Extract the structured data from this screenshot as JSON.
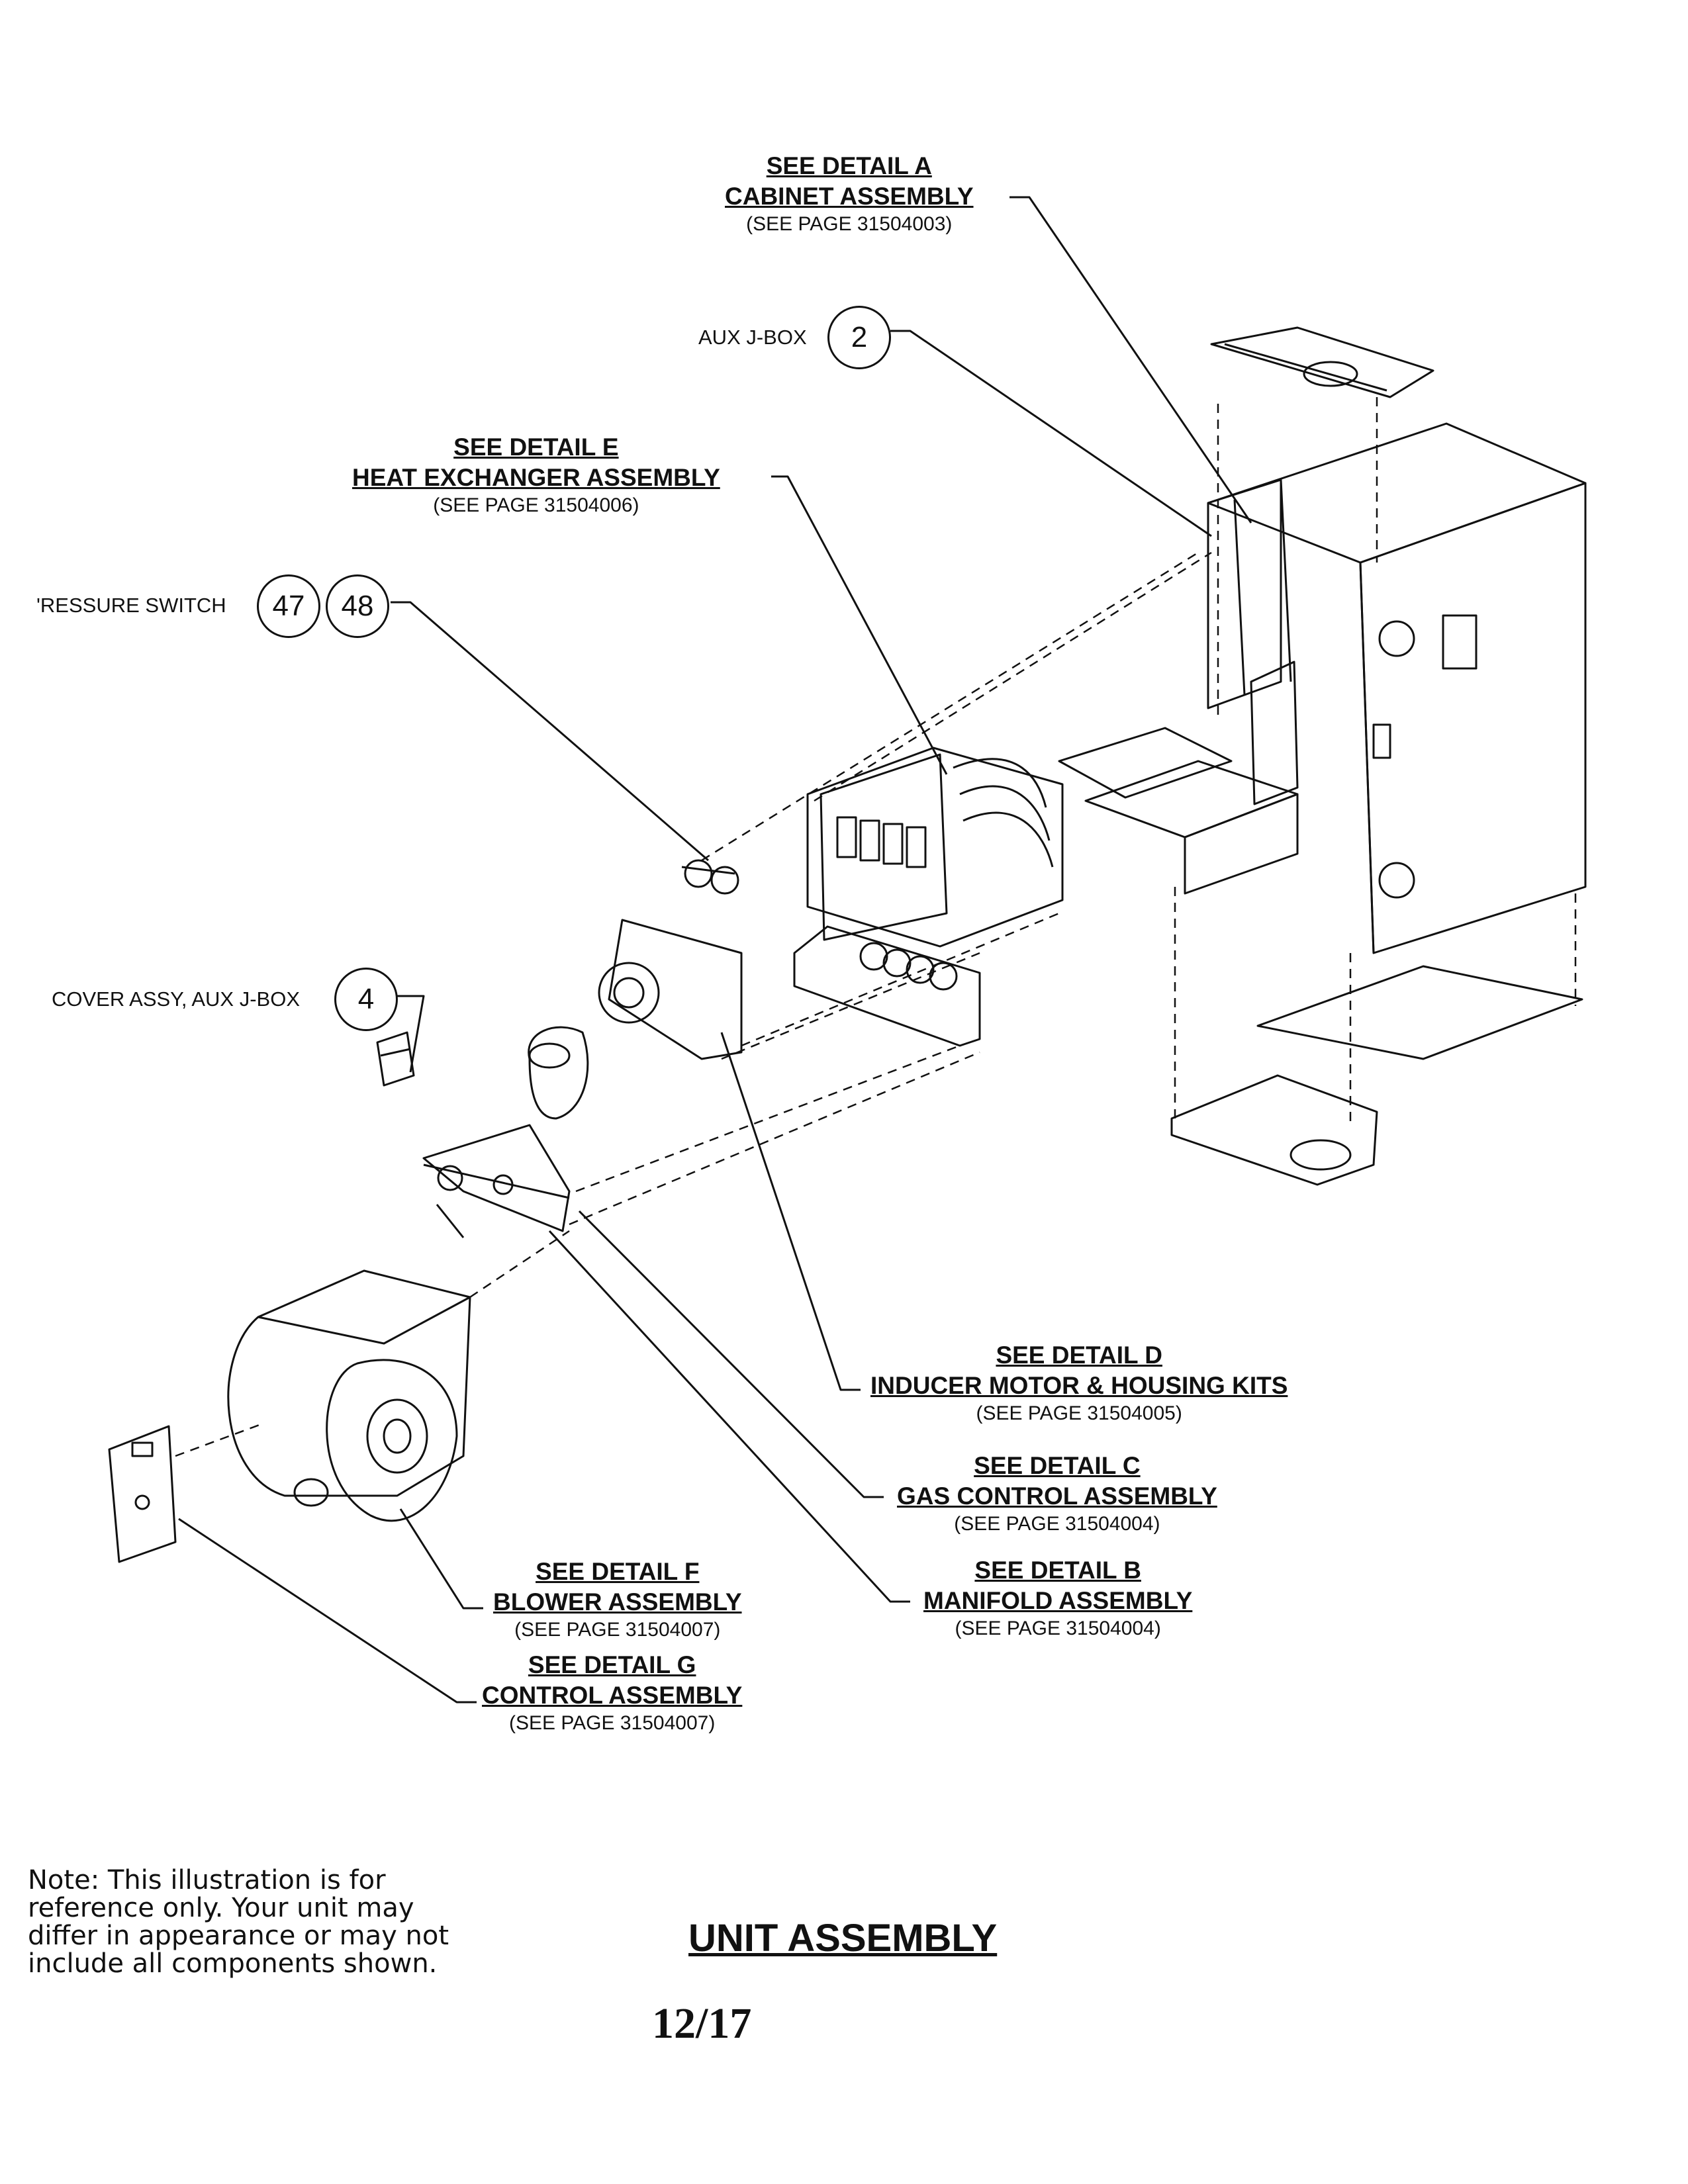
{
  "callouts": {
    "detail_a": {
      "heading": "SEE DETAIL A",
      "name": "CABINET ASSEMBLY",
      "page": "(SEE PAGE 31504003)"
    },
    "detail_e": {
      "heading": "SEE DETAIL E",
      "name": "HEAT EXCHANGER ASSEMBLY",
      "page": "(SEE PAGE 31504006)"
    },
    "detail_d": {
      "heading": "SEE DETAIL D",
      "name": "INDUCER MOTOR & HOUSING KITS",
      "page": "(SEE PAGE 31504005)"
    },
    "detail_c": {
      "heading": "SEE DETAIL C",
      "name": "GAS CONTROL ASSEMBLY",
      "page": "(SEE PAGE 31504004)"
    },
    "detail_b": {
      "heading": "SEE DETAIL B",
      "name": "MANIFOLD ASSEMBLY",
      "page": "(SEE PAGE 31504004)"
    },
    "detail_f": {
      "heading": "SEE DETAIL F",
      "name": "BLOWER ASSEMBLY",
      "page": "(SEE PAGE 31504007)"
    },
    "detail_g": {
      "heading": "SEE DETAIL G",
      "name": "CONTROL ASSEMBLY",
      "page": "(SEE PAGE 31504007)"
    }
  },
  "parts": {
    "aux_jbox": {
      "label": "AUX J-BOX",
      "number": "2"
    },
    "pressure_switch": {
      "label": "'RESSURE SWITCH",
      "numbers": [
        "47",
        "48"
      ]
    },
    "cover_assy": {
      "label": "COVER ASSY, AUX J-BOX",
      "number": "4"
    }
  },
  "note": {
    "lines": [
      "Note: This illustration is for",
      "reference only. Your unit may",
      "differ in appearance or may not",
      "include all components shown."
    ]
  },
  "title": "UNIT ASSEMBLY",
  "page_number": "12/17"
}
